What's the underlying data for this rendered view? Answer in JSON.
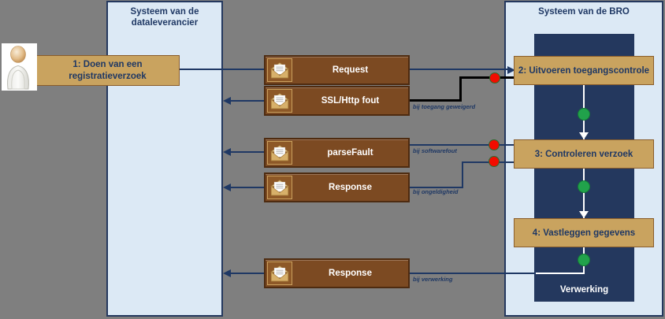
{
  "actor": {
    "box_label_line1": "1: Doen van een",
    "box_label_line2": "registratieverzoek"
  },
  "columns": {
    "dataleverancier": {
      "title_line1": "Systeem van de",
      "title_line2": "dataleverancier"
    },
    "bro": {
      "title": "Systeem van de BRO"
    }
  },
  "bro_process": {
    "steps": [
      {
        "label": "2: Uitvoeren toegangscontrole"
      },
      {
        "label": "3: Controleren verzoek"
      },
      {
        "label": "4: Vastleggen gegevens"
      }
    ],
    "container_label": "Verwerking"
  },
  "messages": [
    {
      "label": "Request",
      "direction": "right",
      "note": ""
    },
    {
      "label": "SSL/Http fout",
      "direction": "left",
      "note": "bij toegang geweigerd"
    },
    {
      "label": "parseFault",
      "direction": "left",
      "note": "bij softwarefout"
    },
    {
      "label": "Response",
      "direction": "left",
      "note": "bij ongeldigheid"
    },
    {
      "label": "Response",
      "direction": "left",
      "note": "bij verwerking"
    }
  ],
  "colors": {
    "background": "#7F7F7F",
    "lane_fill": "#DCE9F5",
    "navy": "#1F3864",
    "inner_panel": "#24385E",
    "step_fill": "#C9A35F",
    "step_border": "#8A5D2B",
    "message_fill": "#7C4A22",
    "error_dot": "#F20C00",
    "success_dot": "#21A24B",
    "error_elbow_line": "#000000"
  }
}
